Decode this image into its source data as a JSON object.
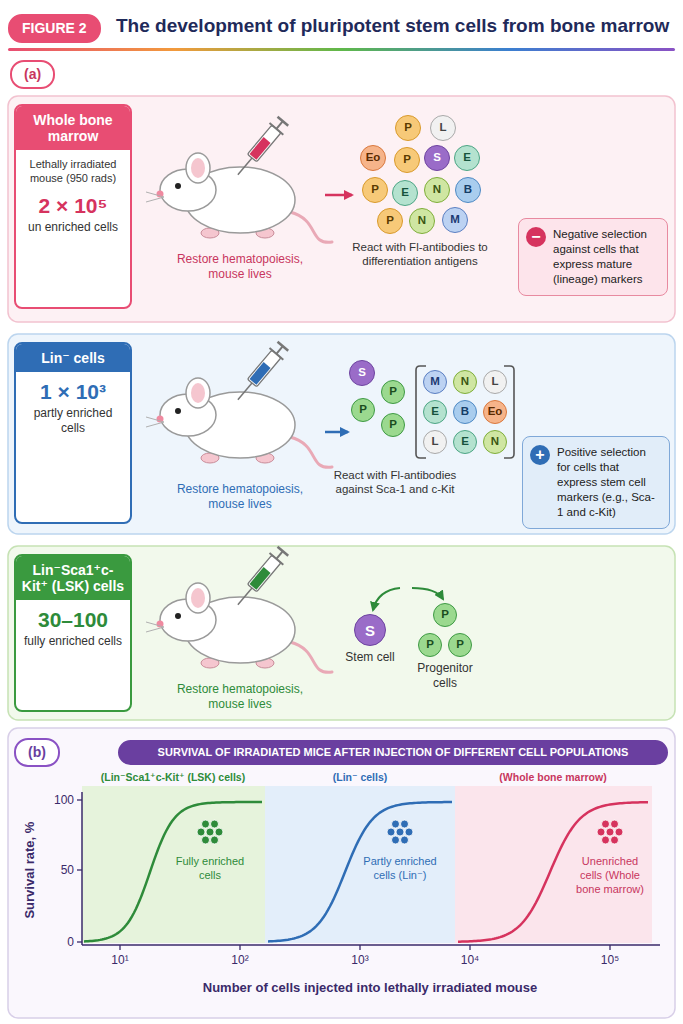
{
  "diagram": {
    "title": "The development of pluripotent stem cells from bone marrow",
    "nodes": [
      {
        "text": [
          "FIGURE 2"
        ]
      },
      {
        "text": [
          "(a)"
        ]
      },
      {
        "text": [
          "Whole bone marrow",
          "Lethally irradiated mouse (950 rads)",
          "2 × 10⁵",
          "un enriched cells"
        ]
      },
      {
        "text": [
          "P"
        ]
      },
      {
        "text": [
          "L"
        ]
      },
      {
        "text": [
          "Eo"
        ]
      },
      {
        "text": [
          "P"
        ]
      },
      {
        "text": [
          "S"
        ]
      },
      {
        "text": [
          "E"
        ]
      },
      {
        "text": [
          "P"
        ]
      },
      {
        "text": [
          "E"
        ]
      },
      {
        "text": [
          "N"
        ]
      },
      {
        "text": [
          "B"
        ]
      },
      {
        "text": [
          "P"
        ]
      },
      {
        "text": [
          "N"
        ]
      },
      {
        "text": [
          "M"
        ]
      },
      {
        "text": [
          "Negative selection against cells that express mature (lineage) markers"
        ]
      },
      {
        "text": [
          "−"
        ],
        "in": 16
      },
      {
        "text": [
          "Lin⁻ cells",
          "1 × 10³",
          "partly enriched cells"
        ]
      },
      {
        "text": [
          "S"
        ]
      },
      {
        "text": [
          "P"
        ]
      },
      {
        "text": [
          "P"
        ]
      },
      {
        "text": [
          "P"
        ]
      },
      {
        "text": [
          "M"
        ]
      },
      {
        "text": [
          "N"
        ]
      },
      {
        "text": [
          "L"
        ]
      },
      {
        "text": [
          "E"
        ]
      },
      {
        "text": [
          "B"
        ]
      },
      {
        "text": [
          "Eo"
        ]
      },
      {
        "text": [
          "L"
        ]
      },
      {
        "text": [
          "E"
        ]
      },
      {
        "text": [
          "N"
        ]
      },
      {
        "text": [
          "Positive selection for cells that express stem cell markers (e.g., Sca-1 and c-Kit)"
        ]
      },
      {
        "text": [
          "+"
        ],
        "in": 32
      },
      {
        "text": [
          "Lin⁻Sca1⁺c-Kit⁺ (LSK) cells",
          "30–100",
          "fully enriched cells"
        ]
      },
      {
        "text": [
          "S"
        ]
      },
      {
        "text": [
          "P"
        ]
      },
      {
        "text": [
          "P"
        ]
      },
      {
        "text": [
          "P"
        ]
      },
      {
        "text": [
          "(b)"
        ]
      },
      {
        "text": [
          "SURVIVAL OF IRRADIATED MICE AFTER INJECTION OF DIFFERENT CELL POPULATIONS"
        ]
      }
    ],
    "labels": [
      "Restore hematopoiesis, mouse lives",
      "React with Fl-antibodies to differentiation antigens",
      "Restore hematopoiesis, mouse lives",
      "React with Fl-antibodies against Sca-1 and c-Kit",
      "Restore hematopoiesis, mouse lives",
      "Stem cell",
      "Progenitor cells",
      "(Lin⁻Sca1⁺c-Kit⁺ (LSK) cells)",
      "(Lin⁻ cells)",
      "(Whole bone marrow)",
      "100",
      "50",
      "0",
      "Fully enriched cells",
      "Partly enriched cells (Lin⁻)",
      "Unenriched cells (Whole bone marrow)",
      "10¹",
      "10²",
      "10³",
      "10⁴",
      "10⁵",
      "Survival rate, %",
      "Number of cells injected into lethally irradiated mouse"
    ]
  }
}
